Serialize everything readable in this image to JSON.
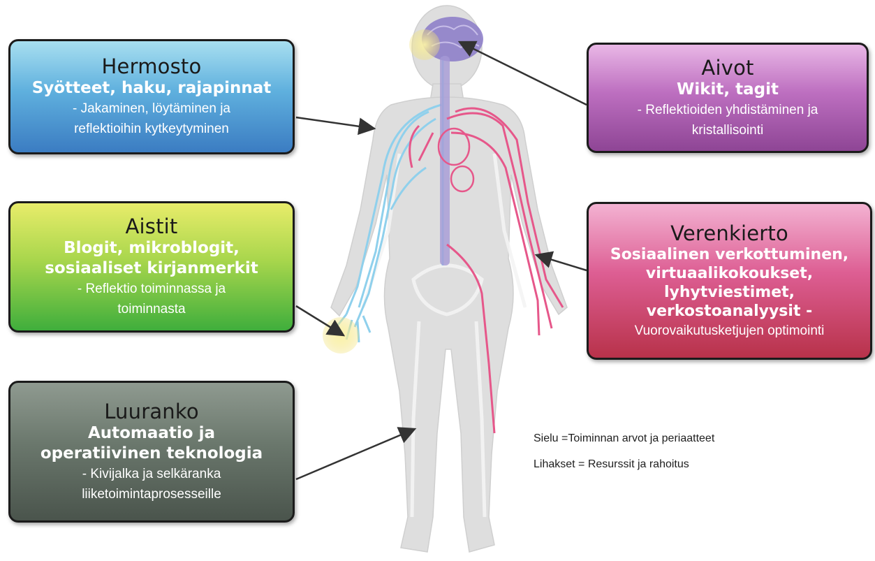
{
  "boxes": {
    "hermosto": {
      "title": "Hermosto",
      "bold": "Syötteet, haku, rajapinnat",
      "desc_line1": "- Jakaminen, löytäminen ja",
      "desc_line2": "reflektioihin kytkeytyminen",
      "color": "#4a90d0"
    },
    "aistit": {
      "title": "Aistit",
      "bold_line1": "Blogit, mikroblogit,",
      "bold_line2": "sosiaaliset kirjanmerkit",
      "desc_line1": "- Reflektio toiminnassa ja",
      "desc_line2": "toiminnasta",
      "color": "#7cc443"
    },
    "luuranko": {
      "title": "Luuranko",
      "bold_line1": "Automaatio ja",
      "bold_line2": "operatiivinen teknologia",
      "desc_line1": "- Kivijalka ja selkäranka",
      "desc_line2": "liiketoimintaprosesseille",
      "color": "#5e6a60"
    },
    "aivot": {
      "title": "Aivot",
      "bold": "Wikit, tagit",
      "desc_line1": "- Reflektioiden yhdistäminen ja",
      "desc_line2": "kristallisointi",
      "color": "#a657aa"
    },
    "verenkierto": {
      "title": "Verenkierto",
      "bold_line1": "Sosiaalinen verkottuminen,",
      "bold_line2": "virtuaalikokoukset,",
      "bold_line3": "lyhytviestimet,",
      "bold_line4": "verkostoanalyysit -",
      "desc_line1": "Vuorovaikutusketjujen optimointi",
      "color": "#cc4670"
    }
  },
  "notes": {
    "sielu": "Sielu =Toiminnan arvot ja periaatteet",
    "lihakset": "Lihakset = Resurssit ja rahoitus"
  },
  "colors": {
    "body": "#dcdcdc",
    "nerves": "#8fd0ec",
    "vessels": "#e6578a",
    "brain": "#8a7ac8",
    "highlight": "#f6ee9a",
    "arrow": "#333333"
  }
}
